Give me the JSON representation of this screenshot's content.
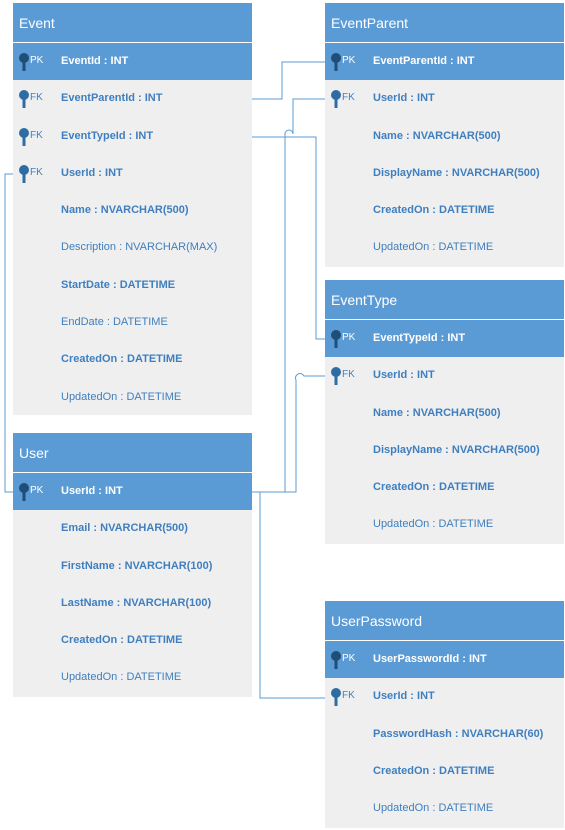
{
  "colors": {
    "header": "#5b9bd5",
    "body": "#efefef",
    "text": "#3f7fbf",
    "line": "#5b9bd5"
  },
  "tables": {
    "event": {
      "title": "Event",
      "fields": [
        {
          "key": "PK",
          "name": "EventId",
          "type": "INT"
        },
        {
          "key": "FK",
          "name": "EventParentId",
          "type": "INT"
        },
        {
          "key": "FK",
          "name": "EventTypeId",
          "type": "INT"
        },
        {
          "key": "FK",
          "name": "UserId",
          "type": "INT"
        },
        {
          "key": "",
          "name": "Name",
          "type": "NVARCHAR(500)"
        },
        {
          "key": "",
          "name": "Description",
          "type": "NVARCHAR(MAX)"
        },
        {
          "key": "",
          "name": "StartDate",
          "type": "DATETIME"
        },
        {
          "key": "",
          "name": "EndDate",
          "type": "DATETIME"
        },
        {
          "key": "",
          "name": "CreatedOn",
          "type": "DATETIME"
        },
        {
          "key": "",
          "name": "UpdatedOn",
          "type": "DATETIME"
        }
      ]
    },
    "eventParent": {
      "title": "EventParent",
      "fields": [
        {
          "key": "PK",
          "name": "EventParentId",
          "type": "INT"
        },
        {
          "key": "FK",
          "name": "UserId",
          "type": "INT"
        },
        {
          "key": "",
          "name": "Name",
          "type": "NVARCHAR(500)"
        },
        {
          "key": "",
          "name": "DisplayName",
          "type": "NVARCHAR(500)"
        },
        {
          "key": "",
          "name": "CreatedOn",
          "type": "DATETIME"
        },
        {
          "key": "",
          "name": "UpdatedOn",
          "type": "DATETIME"
        }
      ]
    },
    "eventType": {
      "title": "EventType",
      "fields": [
        {
          "key": "PK",
          "name": "EventTypeId",
          "type": "INT"
        },
        {
          "key": "FK",
          "name": "UserId",
          "type": "INT"
        },
        {
          "key": "",
          "name": "Name",
          "type": "NVARCHAR(500)"
        },
        {
          "key": "",
          "name": "DisplayName",
          "type": "NVARCHAR(500)"
        },
        {
          "key": "",
          "name": "CreatedOn",
          "type": "DATETIME"
        },
        {
          "key": "",
          "name": "UpdatedOn",
          "type": "DATETIME"
        }
      ]
    },
    "user": {
      "title": "User",
      "fields": [
        {
          "key": "PK",
          "name": "UserId",
          "type": "INT"
        },
        {
          "key": "",
          "name": "Email",
          "type": "NVARCHAR(500)"
        },
        {
          "key": "",
          "name": "FirstName",
          "type": "NVARCHAR(100)"
        },
        {
          "key": "",
          "name": "LastName",
          "type": "NVARCHAR(100)"
        },
        {
          "key": "",
          "name": "CreatedOn",
          "type": "DATETIME"
        },
        {
          "key": "",
          "name": "UpdatedOn",
          "type": "DATETIME"
        }
      ]
    },
    "userPassword": {
      "title": "UserPassword",
      "fields": [
        {
          "key": "PK",
          "name": "UserPasswordId",
          "type": "INT"
        },
        {
          "key": "FK",
          "name": "UserId",
          "type": "INT"
        },
        {
          "key": "",
          "name": "PasswordHash",
          "type": "NVARCHAR(60)"
        },
        {
          "key": "",
          "name": "CreatedOn",
          "type": "DATETIME"
        },
        {
          "key": "",
          "name": "UpdatedOn",
          "type": "DATETIME"
        }
      ]
    }
  }
}
